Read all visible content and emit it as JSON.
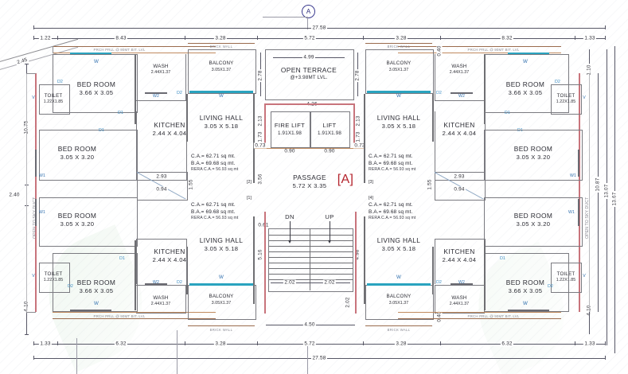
{
  "drawing": {
    "type": "architectural-floor-plan",
    "grid_bubble": "A",
    "unit_tag": "[A]",
    "overall_width": "27.58",
    "overall_height_outer": "13.67"
  },
  "grid": {
    "top_overall": "27.58",
    "top_chain": [
      "1.22",
      "8.43",
      "3.28",
      "5.72",
      "3.28",
      "8.32",
      "1.33"
    ],
    "bottom_overall": "27.58",
    "bottom_chain": [
      "1.33",
      "6.32",
      "3.28",
      "5.72",
      "3.28",
      "6.32",
      "1.33"
    ],
    "left_chain": [
      "2.45",
      "10.75",
      "2.40",
      "4.10"
    ],
    "right_chain": [
      "1.10",
      "10.87",
      "13.07",
      "13.67",
      "4.10"
    ]
  },
  "core": {
    "terrace": {
      "name": "OPEN TERRACE",
      "level": "@+3.98MT LVL.",
      "dim_top": "4.99",
      "dim_bottom": "4.26",
      "dim_side": "2.78"
    },
    "fire_lift": {
      "name": "FIRE LIFT",
      "size": "1.91X1.98",
      "door": "0.90"
    },
    "lift": {
      "name": "LIFT",
      "size": "1.91X1.98",
      "door": "0.90"
    },
    "passage": {
      "name": "PASSAGE",
      "size": "5.72 X 3.35",
      "tag": "[A]"
    },
    "stair": {
      "down_label": "DN",
      "up_label": "UP",
      "tread_left": "2.02",
      "tread_right": "2.02",
      "landing": "2.02",
      "width": "4.50",
      "rise_dim": "4.98",
      "flight_dim": "5.16",
      "head": "0.61"
    },
    "lobby_gap_left": "0.73",
    "lobby_gap_right": "0.73",
    "core_vert_dims": [
      "2.13",
      "1.73",
      "3.56",
      "2.78"
    ]
  },
  "units": [
    {
      "id": "1",
      "side": "left",
      "unit_index": "[1]",
      "areas": {
        "ca": "C.A.= 62.71 sq mt.",
        "ba": "B.A.= 69.68 sq mt.",
        "rera": "RERA C.A.= 56.93 sq mt"
      },
      "rooms": [
        {
          "name": "BED ROOM",
          "size": "3.66 X 3.05"
        },
        {
          "name": "BED ROOM",
          "size": "3.05 X 3.20"
        },
        {
          "name": "KITCHEN",
          "size": "2.44 X 4.04"
        },
        {
          "name": "LIVING HALL",
          "size": "3.05 X 5.18"
        },
        {
          "name": "TOILET",
          "size": "1.22X1.85"
        },
        {
          "name": "TOILET",
          "size": "1.22X1.85"
        },
        {
          "name": "WASH",
          "size": "2.44X1.37"
        },
        {
          "name": "BALCONY",
          "size": "3.05X1.37"
        }
      ]
    },
    {
      "id": "2",
      "side": "left-lower",
      "unit_index": "[2]",
      "areas": {
        "ca": "C.A.= 62.71 sq mt.",
        "ba": "B.A.= 69.68 sq mt.",
        "rera": "RERA C.A.= 56.93 sq mt"
      },
      "rooms": [
        {
          "name": "BED ROOM",
          "size": "3.05 X 3.20"
        },
        {
          "name": "BED ROOM",
          "size": "3.66 X 3.05"
        },
        {
          "name": "KITCHEN",
          "size": "2.44 X 4.04"
        },
        {
          "name": "LIVING HALL",
          "size": "3.05 X 5.18"
        },
        {
          "name": "TOILET",
          "size": "1.22X1.85"
        },
        {
          "name": "WASH",
          "size": "2.44X1.37"
        },
        {
          "name": "BALCONY",
          "size": "3.05X1.37"
        }
      ]
    },
    {
      "id": "3",
      "side": "right",
      "unit_index": "[3]",
      "areas": {
        "ca": "C.A.= 62.71 sq mt.",
        "ba": "B.A.= 69.68 sq mt.",
        "rera": "RERA C.A.= 56.93 sq mt"
      },
      "rooms": [
        {
          "name": "BALCONY",
          "size": "3.05X1.37"
        },
        {
          "name": "WASH",
          "size": "2.44X1.37"
        },
        {
          "name": "BED ROOM",
          "size": "3.66 X 3.05"
        },
        {
          "name": "LIVING HALL",
          "size": "3.05 X 5.18"
        },
        {
          "name": "KITCHEN",
          "size": "2.44 X 4.04"
        },
        {
          "name": "BED ROOM",
          "size": "3.05 X 3.20"
        },
        {
          "name": "TOILET",
          "size": "1.22X1.85"
        }
      ]
    },
    {
      "id": "4",
      "side": "right-lower",
      "unit_index": "[4]",
      "areas": {
        "ca": "C.A.= 62.71 sq mt.",
        "ba": "B.A.= 69.68 sq mt.",
        "rera": "RERA C.A.= 56.93 sq mt"
      },
      "rooms": [
        {
          "name": "BED ROOM",
          "size": "3.05 X 3.20"
        },
        {
          "name": "LIVING HALL",
          "size": "3.05 X 5.18"
        },
        {
          "name": "KITCHEN",
          "size": "2.44 X 4.04"
        },
        {
          "name": "BED ROOM",
          "size": "3.66 X 3.05"
        },
        {
          "name": "TOILET",
          "size": "1.22X1.85"
        },
        {
          "name": "WASH",
          "size": "2.44X1.37"
        },
        {
          "name": "BALCONY",
          "size": "3.05X1.37"
        }
      ]
    }
  ],
  "labels": {
    "bed_room": "BED ROOM",
    "bed_366_305": "3.66 X 3.05",
    "bed_305_320": "3.05 X 3.20",
    "kitchen": "KITCHEN",
    "kitchen_size": "2.44 X 4.04",
    "living_hall": "LIVING HALL",
    "living_size": "3.05 X 5.18",
    "toilet": "TOILET",
    "toilet_size": "1.22X1.85",
    "wash": "WASH",
    "wash_size": "2.44X1.37",
    "balcony": "BALCONY",
    "balcony_size": "3.05X1.37",
    "dry_balcony_w": "2.93",
    "dry_balcony_h": "1.55",
    "dry_balcony_door": "0.94",
    "parapet_note": "PRCH PRLL @ 90MT BIT. LVL",
    "brick_note": "BRICK WALL",
    "window_w": "W",
    "window_w1": "W1",
    "window_w2": "W2",
    "door_d1": "D1",
    "door_d2": "D2",
    "vent_v": "V",
    "dim_040": "0.40",
    "dim_110": "1.10",
    "dim_073": "0.73",
    "dim_090": "0.90",
    "dim_213": "2.13",
    "dim_173": "1.73",
    "dim_278": "2.78",
    "dim_356": "3.56",
    "dim_516": "5.16",
    "dim_498": "4.98",
    "dim_202": "2.02",
    "dim_450": "4.50",
    "dim_061": "0.61",
    "dim_155": "1.55",
    "dim_293": "2.93",
    "dim_094": "0.94"
  }
}
